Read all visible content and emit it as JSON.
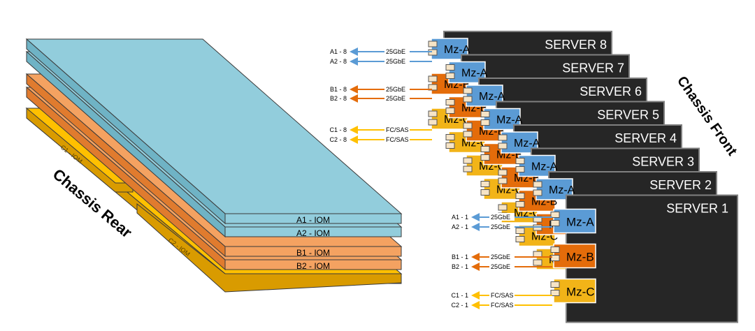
{
  "colors": {
    "fabric_a": "#92cddc",
    "fabric_a_dark": "#6fb3c5",
    "fabric_a_arrow": "#5b9bd5",
    "fabric_b": "#f4a261",
    "fabric_b_dark": "#e07b2e",
    "fabric_b_arrow": "#e46c0a",
    "fabric_c": "#ffc000",
    "fabric_c_dark": "#d99b00",
    "server_bg": "#262626",
    "server_border": "#808080",
    "mz_a": "#5b9bd5",
    "mz_b": "#e46c0a",
    "mz_c": "#f2b418"
  },
  "chassis_rear": {
    "label": "Chassis Rear",
    "iom_labels": {
      "a1": "A1 - IOM",
      "a2": "A2 - IOM",
      "b1": "B1 - IOM",
      "b2": "B2 - IOM",
      "c1": "C1 - IOM",
      "c2": "C2 - IOM"
    }
  },
  "chassis_front": {
    "label": "Chassis Front",
    "servers": [
      "SERVER 8",
      "SERVER 7",
      "SERVER 6",
      "SERVER 5",
      "SERVER 4",
      "SERVER 3",
      "SERVER 2",
      "SERVER 1"
    ],
    "mezz_labels": {
      "a": "Mz-A",
      "b": "Mz-B",
      "c": "Mz-C"
    },
    "top_links": [
      {
        "label": "A1 - 8",
        "speed": "25GbE",
        "fabric": "a"
      },
      {
        "label": "A2 - 8",
        "speed": "25GbE",
        "fabric": "a"
      },
      {
        "label": "B1 - 8",
        "speed": "25GbE",
        "fabric": "b"
      },
      {
        "label": "B2 - 8",
        "speed": "25GbE",
        "fabric": "b"
      },
      {
        "label": "C1 - 8",
        "speed": "FC/SAS",
        "fabric": "c"
      },
      {
        "label": "C2 - 8",
        "speed": "FC/SAS",
        "fabric": "c"
      }
    ],
    "bottom_links": [
      {
        "label": "A1 - 1",
        "speed": "25GbE",
        "fabric": "a"
      },
      {
        "label": "A2 - 1",
        "speed": "25GbE",
        "fabric": "a"
      },
      {
        "label": "B1 - 1",
        "speed": "25GbE",
        "fabric": "b"
      },
      {
        "label": "B2 - 1",
        "speed": "25GbE",
        "fabric": "b"
      },
      {
        "label": "C1 - 1",
        "speed": "FC/SAS",
        "fabric": "c"
      },
      {
        "label": "C2 - 1",
        "speed": "FC/SAS",
        "fabric": "c"
      }
    ]
  }
}
